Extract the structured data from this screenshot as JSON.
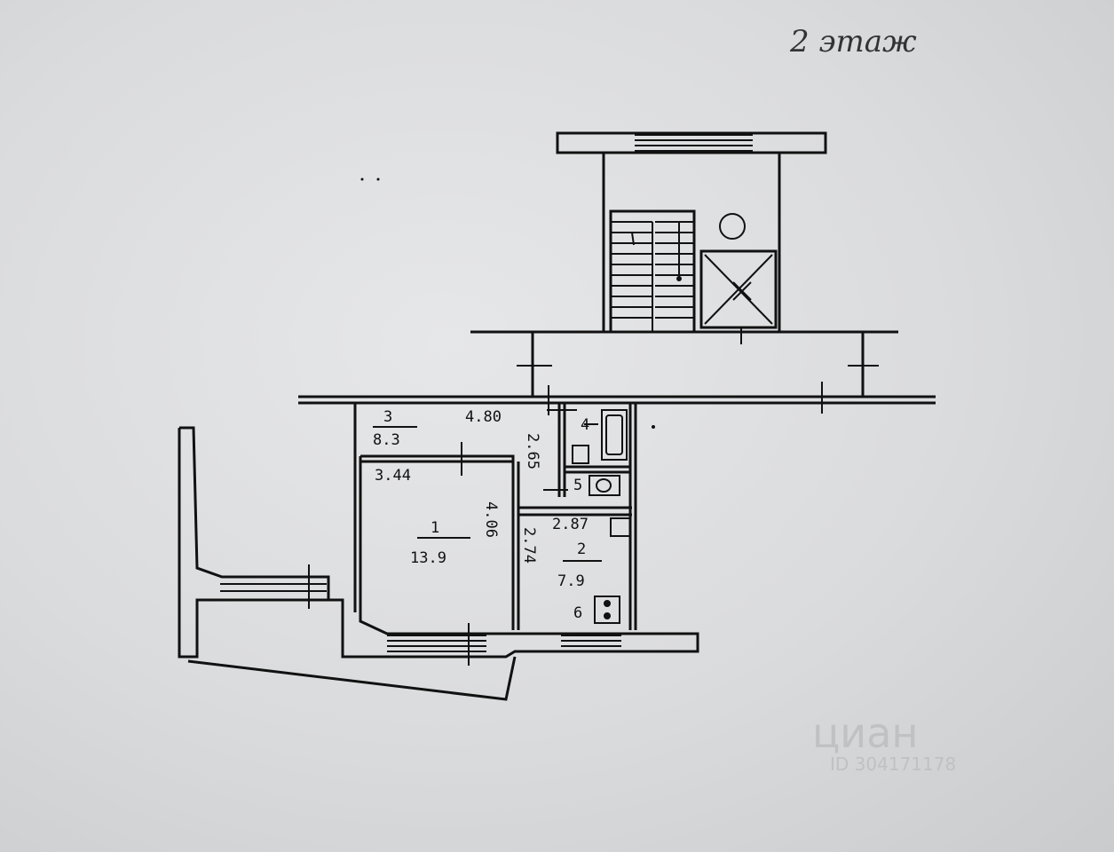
{
  "floor_note": "2 этаж",
  "rooms": [
    {
      "number": "1",
      "area": "13.9"
    },
    {
      "number": "2",
      "area": "7.9"
    },
    {
      "number": "3",
      "area": "8.3"
    }
  ],
  "dimensions": [
    "4.80",
    "3.44",
    "4.06",
    "2.65",
    "2.87",
    "2.74"
  ],
  "fixture_labels": [
    "4",
    "5",
    "6"
  ],
  "watermark": {
    "brand": "циан",
    "id": "ID 304171178"
  }
}
